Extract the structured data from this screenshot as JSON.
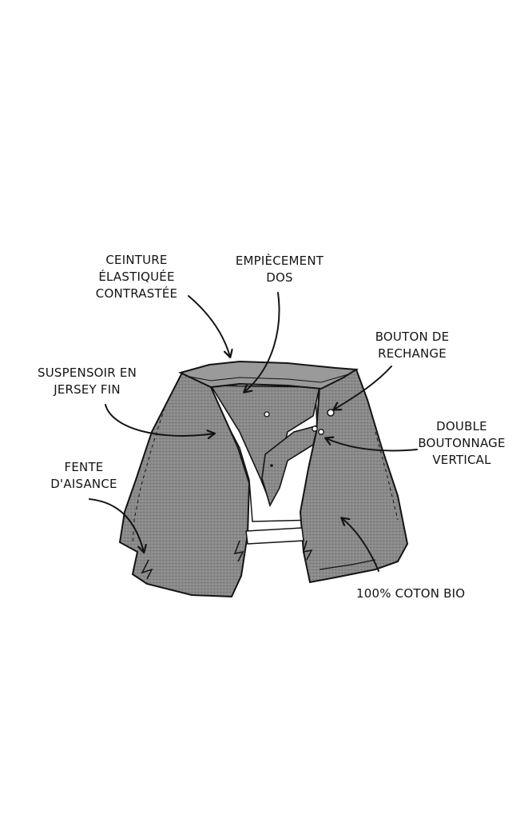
{
  "labels": {
    "ceinture": [
      "CEINTURE",
      "ÉLASTIQUÉE",
      "CONTRASTÉE"
    ],
    "empiecement": [
      "EMPIÈCEMENT",
      "DOS"
    ],
    "bouton": [
      "BOUTON DE",
      "RECHANGE"
    ],
    "suspensoir": [
      "SUSPENSOIR EN",
      "JERSEY FIN"
    ],
    "double": [
      "DOUBLE",
      "BOUTONNAGE",
      "VERTICAL"
    ],
    "fente": [
      "FENTE",
      "D'AISANCE"
    ],
    "coton": [
      "100% COTON BIO"
    ]
  },
  "colors": {
    "fabric": "#8c8c8c",
    "fabric_dark": "#6e6e6e",
    "ink": "#141414",
    "background": "#ffffff"
  },
  "icons": [
    "callout-arrow"
  ]
}
